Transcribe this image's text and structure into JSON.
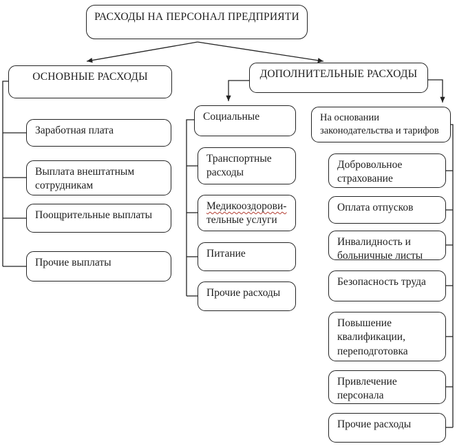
{
  "title": "РАСХОДЫ НА ПЕРСОНАЛ ПРЕДПРИЯТИ",
  "colors": {
    "line": "#222222",
    "text": "#1d1d1d",
    "background": "#ffffff",
    "spellcheck_underline": "#b23a2e"
  },
  "main_expenses": {
    "header": "ОСНОВНЫЕ РАСХОДЫ",
    "items": [
      "Заработная плата",
      "Выплата внештатным сотрудникам",
      "Поощрительные выплаты",
      "Прочие выплаты"
    ]
  },
  "additional_expenses": {
    "header": "ДОПОЛНИТЕЛЬНЫЕ РАСХОДЫ",
    "social": {
      "header": "Социальные",
      "transport": "Транспортные расходы",
      "medical_line1": "Медикооздорови-",
      "medical_line2": "тельные услуги",
      "food": "Питание",
      "other": "Прочие расходы"
    },
    "statutory": {
      "header_line1": "На основании",
      "header_line2": "законодательства и тарифов",
      "items": [
        "Добровольное страхование",
        "Оплата отпусков",
        "Инвалидность и больничные листы",
        "Безопасность труда",
        "Повышение квалификации, переподготовка",
        "Привлечение персонала",
        "Прочие расходы"
      ]
    }
  }
}
